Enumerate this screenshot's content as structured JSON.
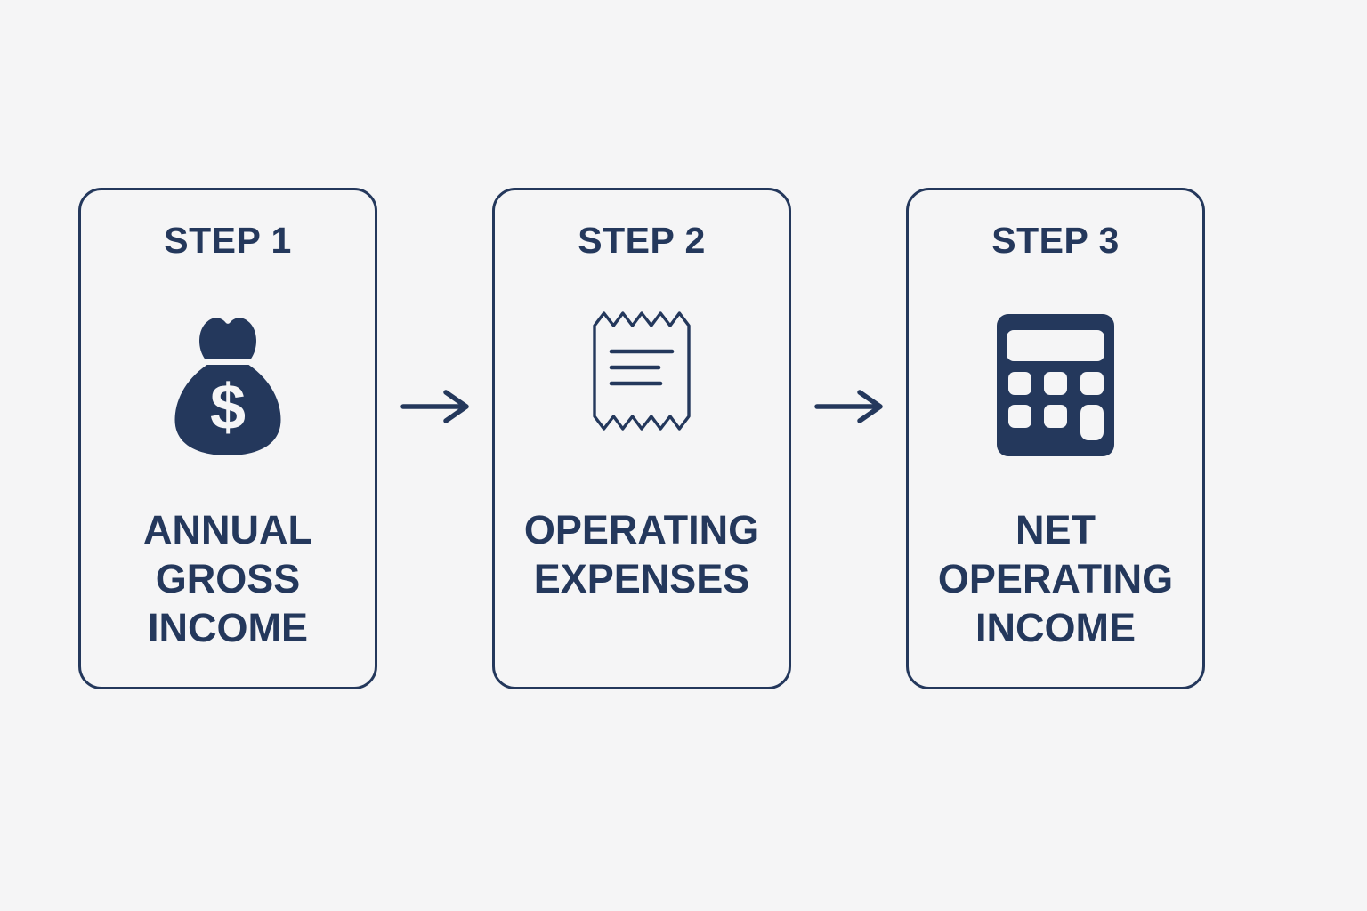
{
  "canvas": {
    "background_color": "#f5f5f6",
    "accent_color": "#24385c",
    "card_fill_color": "#f5f5f6"
  },
  "steps": [
    {
      "step_label": "STEP 1",
      "title": "ANNUAL\nGROSS\nINCOME",
      "icon": "money-bag-icon"
    },
    {
      "step_label": "STEP 2",
      "title": "OPERATING\nEXPENSES",
      "icon": "receipt-icon"
    },
    {
      "step_label": "STEP 3",
      "title": "NET\nOPERATING\nINCOME",
      "icon": "calculator-icon"
    }
  ],
  "connectors": [
    {
      "icon": "arrow-right-icon"
    },
    {
      "icon": "arrow-right-icon"
    }
  ]
}
